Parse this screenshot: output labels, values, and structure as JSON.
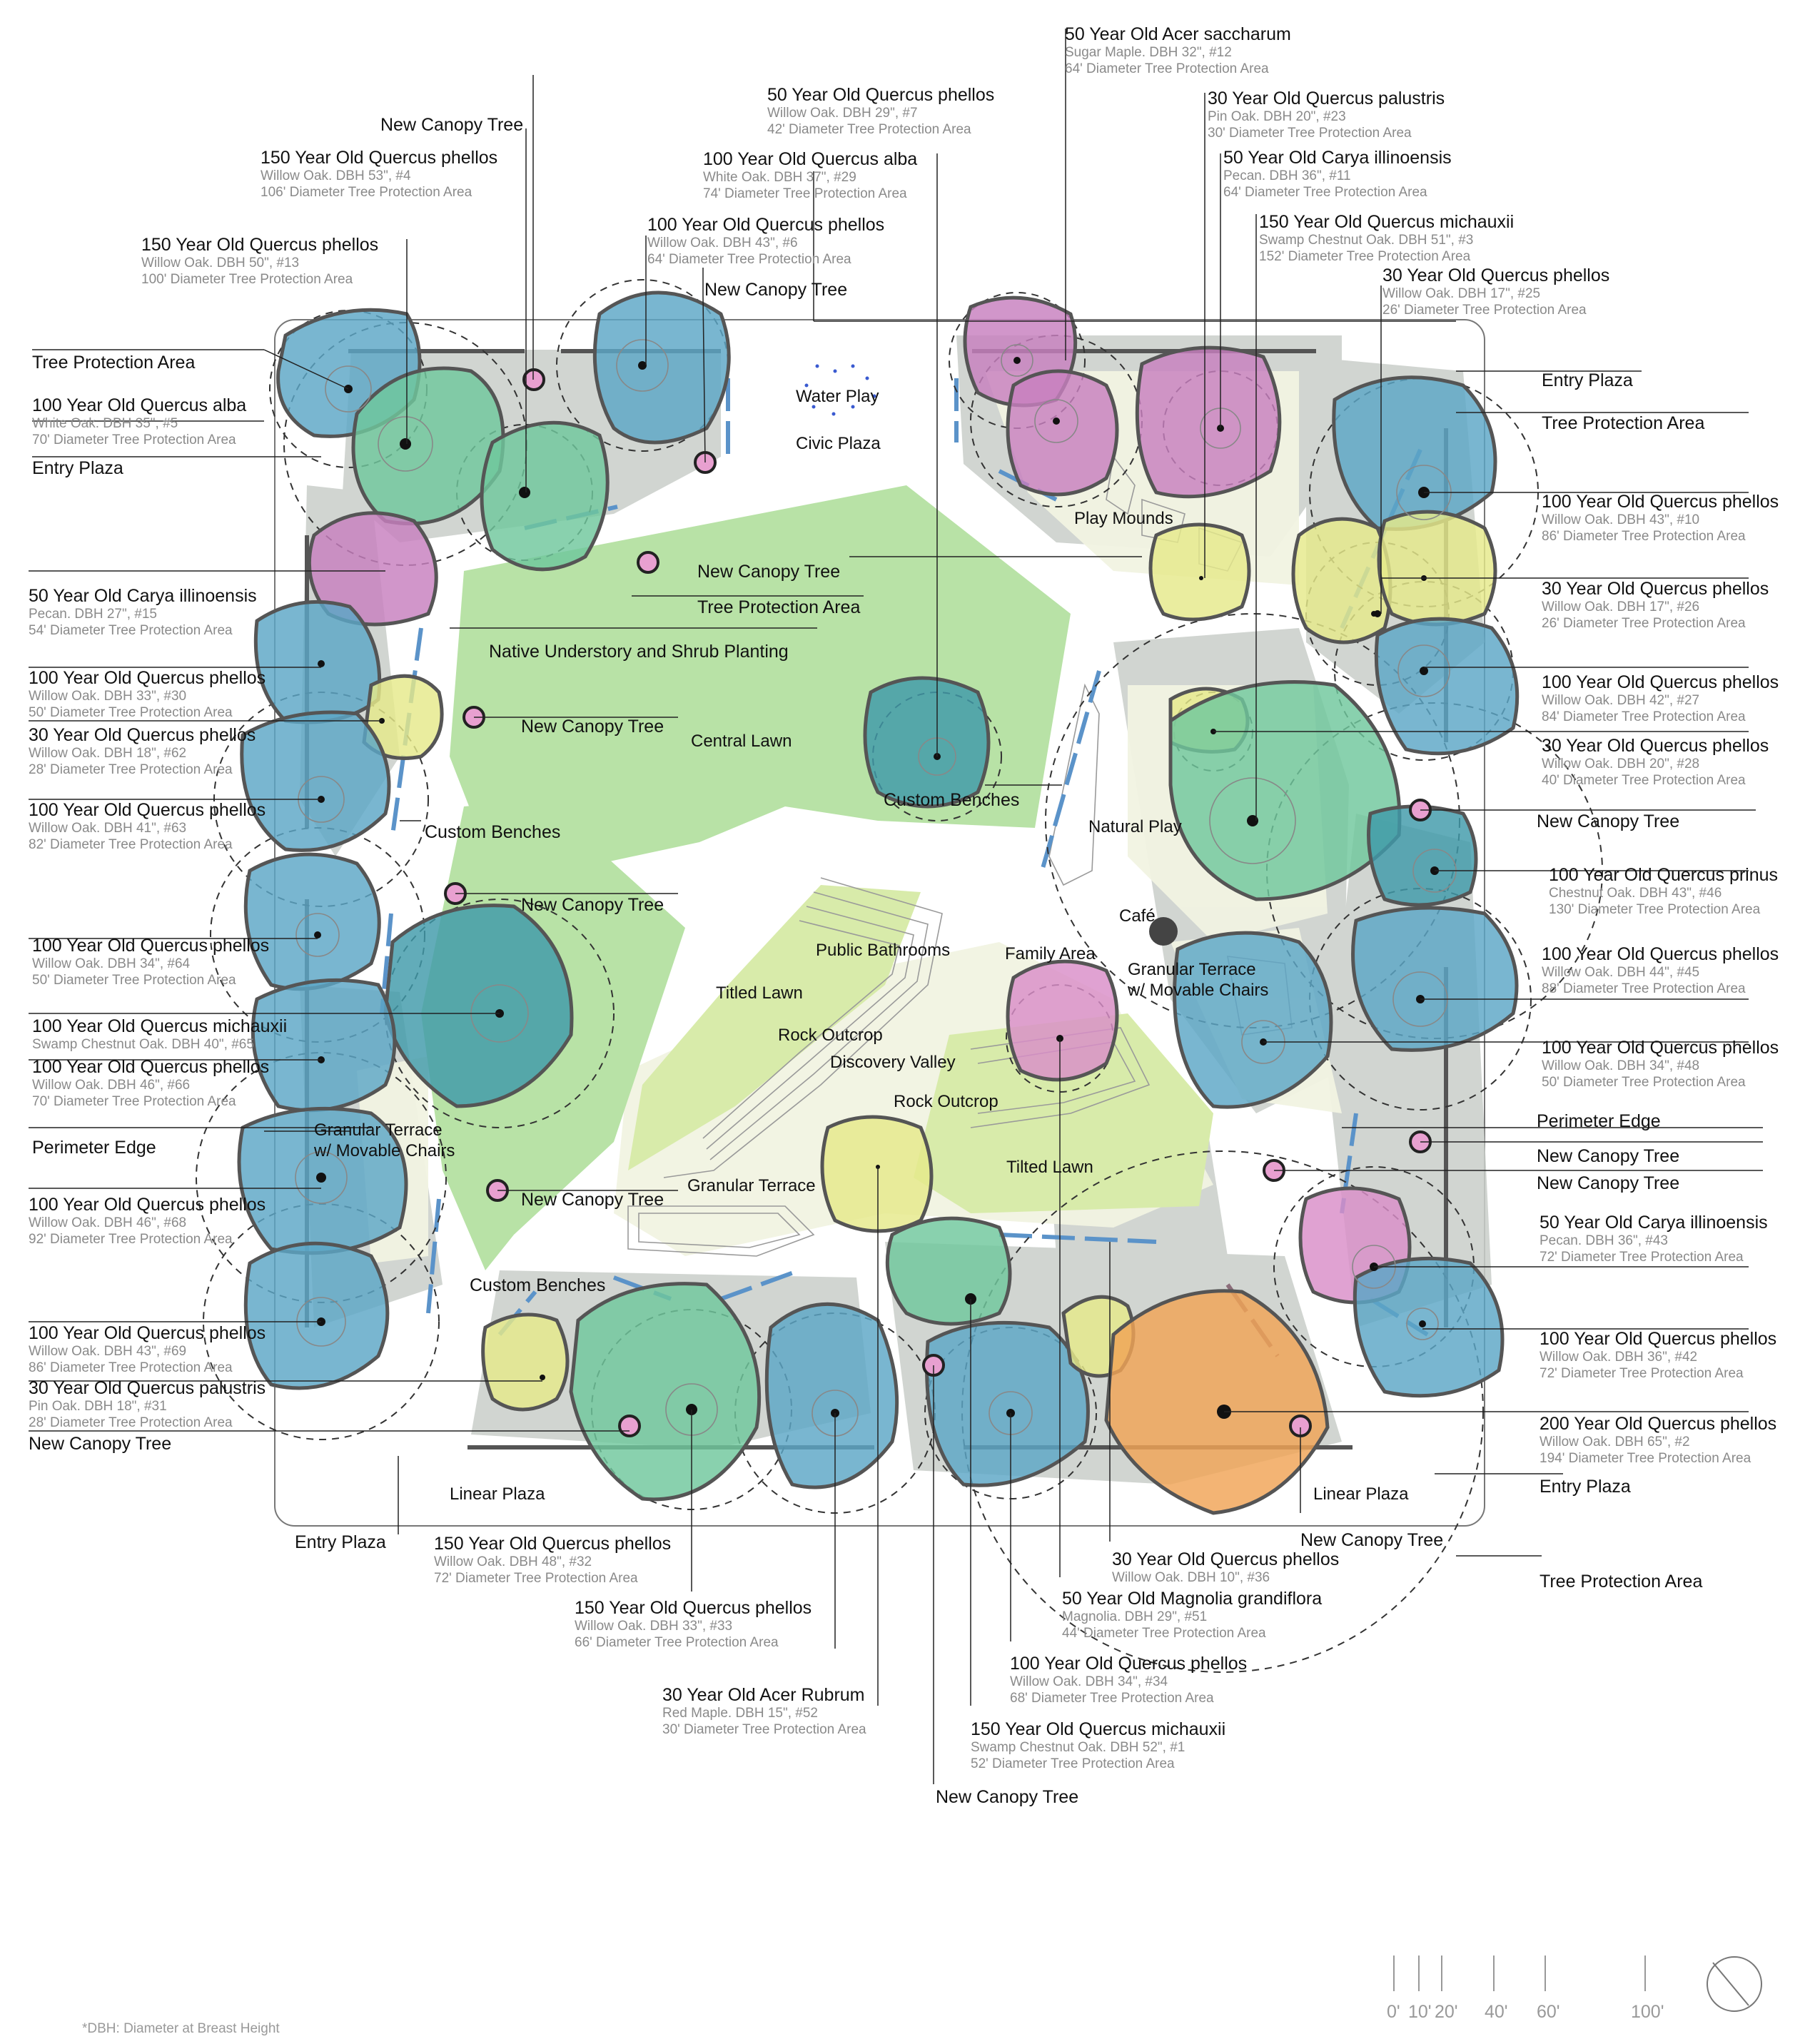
{
  "tree_labels": [
    {
      "title": "50 Year Old Acer saccharum",
      "line1": "Sugar Maple. DBH 32\", #12",
      "line2": "64' Diameter Tree Protection Area"
    },
    {
      "title": "50 Year Old Quercus phellos",
      "line1": "Willow Oak. DBH 29\", #7",
      "line2": "42' Diameter Tree Protection Area"
    },
    {
      "title": "30 Year Old Quercus palustris",
      "line1": "Pin Oak. DBH 20\", #23",
      "line2": "30' Diameter Tree Protection Area"
    },
    {
      "title": "100 Year Old Quercus alba",
      "line1": "White Oak. DBH 37\", #29",
      "line2": "74' Diameter Tree Protection Area"
    },
    {
      "title": "50 Year Old Carya illinoensis",
      "line1": "Pecan. DBH 36\", #11",
      "line2": "64' Diameter Tree Protection Area"
    },
    {
      "title": "150 Year Old Quercus phellos",
      "line1": "Willow Oak. DBH 53\", #4",
      "line2": "106' Diameter Tree Protection Area"
    },
    {
      "title": "100 Year Old Quercus phellos",
      "line1": "Willow Oak. DBH 43\", #6",
      "line2": "64' Diameter Tree Protection Area"
    },
    {
      "title": "150 Year Old Quercus michauxii",
      "line1": "Swamp Chestnut Oak. DBH 51\", #3",
      "line2": "152' Diameter Tree Protection Area"
    },
    {
      "title": "150 Year Old Quercus phellos",
      "line1": "Willow Oak. DBH 50\", #13",
      "line2": "100' Diameter Tree Protection Area"
    },
    {
      "title": "30 Year Old Quercus phellos",
      "line1": "Willow Oak. DBH 17\", #25",
      "line2": "26' Diameter Tree Protection Area"
    },
    {
      "title": "100 Year Old Quercus alba",
      "line1": "White Oak. DBH 35\", #5",
      "line2": "70' Diameter Tree Protection Area"
    },
    {
      "title": "100 Year Old Quercus phellos",
      "line1": "Willow Oak. DBH 43\", #10",
      "line2": "86' Diameter Tree Protection Area"
    },
    {
      "title": "50 Year Old Carya illinoensis",
      "line1": "Pecan. DBH 27\", #15",
      "line2": "54' Diameter Tree Protection Area"
    },
    {
      "title": "30 Year Old Quercus phellos",
      "line1": "Willow Oak. DBH 17\", #26",
      "line2": "26' Diameter Tree Protection Area"
    },
    {
      "title": "100 Year Old Quercus phellos",
      "line1": "Willow Oak. DBH 33\", #30",
      "line2": "50' Diameter Tree Protection Area"
    },
    {
      "title": "100 Year Old Quercus phellos",
      "line1": "Willow Oak. DBH 42\", #27",
      "line2": "84' Diameter Tree Protection Area"
    },
    {
      "title": "30 Year Old Quercus phellos",
      "line1": "Willow Oak. DBH 18\", #62",
      "line2": "28' Diameter Tree Protection Area"
    },
    {
      "title": "30 Year Old Quercus phellos",
      "line1": "Willow Oak. DBH 20\", #28",
      "line2": "40' Diameter Tree Protection Area"
    },
    {
      "title": "100 Year Old Quercus phellos",
      "line1": "Willow Oak. DBH 41\", #63",
      "line2": "82' Diameter Tree Protection Area"
    },
    {
      "title": "100 Year Old Quercus prinus",
      "line1": "Chestnut Oak. DBH 43\", #46",
      "line2": "130' Diameter Tree Protection Area"
    },
    {
      "title": "100 Year Old Quercus phellos",
      "line1": "Willow Oak. DBH 34\", #64",
      "line2": "50' Diameter Tree Protection Area"
    },
    {
      "title": "100 Year Old Quercus phellos",
      "line1": "Willow Oak. DBH 44\", #45",
      "line2": "88' Diameter Tree Protection Area"
    },
    {
      "title": "100 Year Old Quercus michauxii",
      "line1": "Swamp Chestnut Oak. DBH 40\", #65",
      "line2": ""
    },
    {
      "title": "100 Year Old Quercus phellos",
      "line1": "Willow Oak. DBH 46\", #66",
      "line2": "70' Diameter Tree Protection Area"
    },
    {
      "title": "100 Year Old Quercus phellos",
      "line1": "Willow Oak. DBH 34\", #48",
      "line2": "50' Diameter Tree Protection Area"
    },
    {
      "title": "100 Year Old Quercus phellos",
      "line1": "Willow Oak. DBH 46\", #68",
      "line2": "92' Diameter Tree Protection Area"
    },
    {
      "title": "50 Year Old Carya illinoensis",
      "line1": "Pecan. DBH 36\", #43",
      "line2": "72' Diameter Tree Protection Area"
    },
    {
      "title": "100 Year Old Quercus phellos",
      "line1": "Willow Oak. DBH 43\", #69",
      "line2": "86' Diameter Tree Protection Area"
    },
    {
      "title": "100 Year Old Quercus phellos",
      "line1": "Willow Oak. DBH 36\", #42",
      "line2": "72' Diameter Tree Protection Area"
    },
    {
      "title": "30 Year Old Quercus palustris",
      "line1": "Pin Oak. DBH 18\", #31",
      "line2": "28' Diameter Tree Protection Area"
    },
    {
      "title": "200 Year Old Quercus phellos",
      "line1": "Willow Oak. DBH 65\", #2",
      "line2": "194' Diameter Tree Protection Area"
    },
    {
      "title": "150 Year Old Quercus phellos",
      "line1": "Willow Oak. DBH 48\", #32",
      "line2": "72' Diameter Tree Protection Area"
    },
    {
      "title": "30 Year Old Quercus phellos",
      "line1": "Willow Oak. DBH 10\", #36",
      "line2": ""
    },
    {
      "title": "50 Year Old Magnolia grandiflora",
      "line1": "Magnolia. DBH 29\", #51",
      "line2": "44' Diameter Tree Protection Area"
    },
    {
      "title": "150 Year Old Quercus phellos",
      "line1": "Willow Oak. DBH 33\", #33",
      "line2": "66' Diameter Tree Protection Area"
    },
    {
      "title": "100 Year Old Quercus phellos",
      "line1": "Willow Oak. DBH 34\", #34",
      "line2": "68' Diameter Tree Protection Area"
    },
    {
      "title": "30 Year Old Acer Rubrum",
      "line1": "Red Maple. DBH 15\", #52",
      "line2": "30' Diameter Tree Protection Area"
    },
    {
      "title": "150 Year Old Quercus michauxii",
      "line1": "Swamp Chestnut Oak. DBH 52\", #1",
      "line2": "52' Diameter Tree Protection Area"
    }
  ],
  "callouts": [
    "New Canopy Tree",
    "New Canopy Tree",
    "Tree Protection Area",
    "Entry Plaza",
    "Entry Plaza",
    "Tree Protection Area",
    "New Canopy Tree",
    "Tree Protection Area",
    "Native Understory and Shrub Planting",
    "New Canopy Tree",
    "Custom Benches",
    "Custom Benches",
    "New Canopy Tree",
    "New Canopy Tree",
    "Perimeter Edge",
    "Perimeter Edge",
    "New Canopy Tree",
    "New Canopy Tree",
    "New Canopy Tree",
    "Custom Benches",
    "New Canopy Tree",
    "Entry Plaza",
    "Entry Plaza",
    "New Canopy Tree",
    "Tree Protection Area",
    "New Canopy Tree"
  ],
  "places": {
    "water_play": "Water Play",
    "civic_plaza": "Civic Plaza",
    "play_mounds": "Play Mounds",
    "central_lawn": "Central Lawn",
    "natural_play": "Natural Play",
    "cafe": "Café",
    "family_area": "Family Area",
    "public_bathrooms": "Public Bathrooms",
    "titled_lawn": "Titled Lawn",
    "rock_outcrop_1": "Rock Outcrop",
    "discovery_valley": "Discovery Valley",
    "rock_outcrop_2": "Rock Outcrop",
    "tilted_lawn": "Tilted Lawn",
    "granular_terrace": "Granular Terrace",
    "granular_terrace_a1": "Granular Terrace",
    "granular_terrace_a2": "w/ Movable Chairs",
    "granular_terrace_b1": "Granular Terrace",
    "granular_terrace_b2": "w/ Movable Chairs",
    "linear_plaza_1": "Linear Plaza",
    "linear_plaza_2": "Linear Plaza"
  },
  "scale": {
    "ticks": [
      "0'",
      "10'",
      "20'",
      "40'",
      "60'",
      "100'"
    ]
  },
  "footnote": "*DBH: Diameter at Breast Height",
  "colors": {
    "willow_oak": "#5ba6c6",
    "white_oak": "#6fc79c",
    "pecan": "#c77fbe",
    "pin_oak": "#e5e98a",
    "chestnut": "#3f9aaa",
    "magnolia": "#d98ec8",
    "old_oak": "#f0a455",
    "lawn": "#b6e0a4",
    "paving": "#c9cec9"
  }
}
